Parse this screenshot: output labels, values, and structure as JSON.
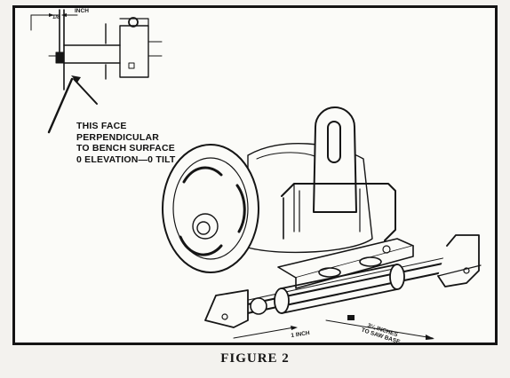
{
  "figure": {
    "caption": "FIGURE 2",
    "callout_text": "THIS FACE\nPERPENDICULAR\nTO BENCH SURFACE\n0 ELEVATION—0 TILT",
    "top_dimension_fraction": "1/8",
    "top_dimension_unit": "INCH",
    "one_inch_label": "1 INCH",
    "saw_base_label": "3¼ INCHES\nTO SAW BASE"
  }
}
